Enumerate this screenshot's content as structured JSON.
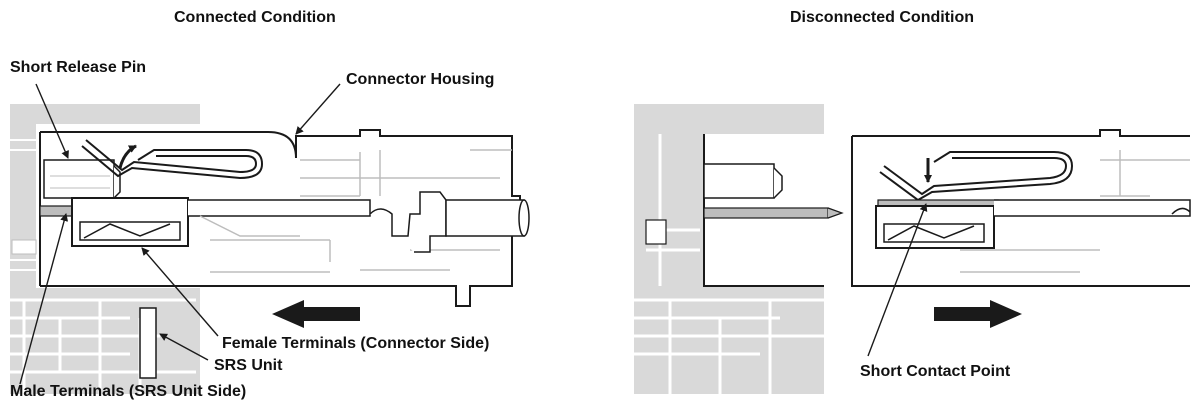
{
  "titles": {
    "connected": "Connected Condition",
    "disconnected": "Disconnected Condition"
  },
  "labels": {
    "short_release_pin": "Short Release Pin",
    "connector_housing": "Connector Housing",
    "female_terminals": "Female Terminals (Connector Side)",
    "srs_unit": "SRS Unit",
    "male_terminals": "Male Terminals (SRS Unit Side)",
    "short_contact_point": "Short Contact Point"
  },
  "arrows": {
    "connected": "left-arrow",
    "disconnected": "right-arrow"
  },
  "colors": {
    "unit_fill": "#d9d9d9",
    "line": "#1a1a1a",
    "light_line": "#bdbdbd",
    "background": "#ffffff"
  }
}
